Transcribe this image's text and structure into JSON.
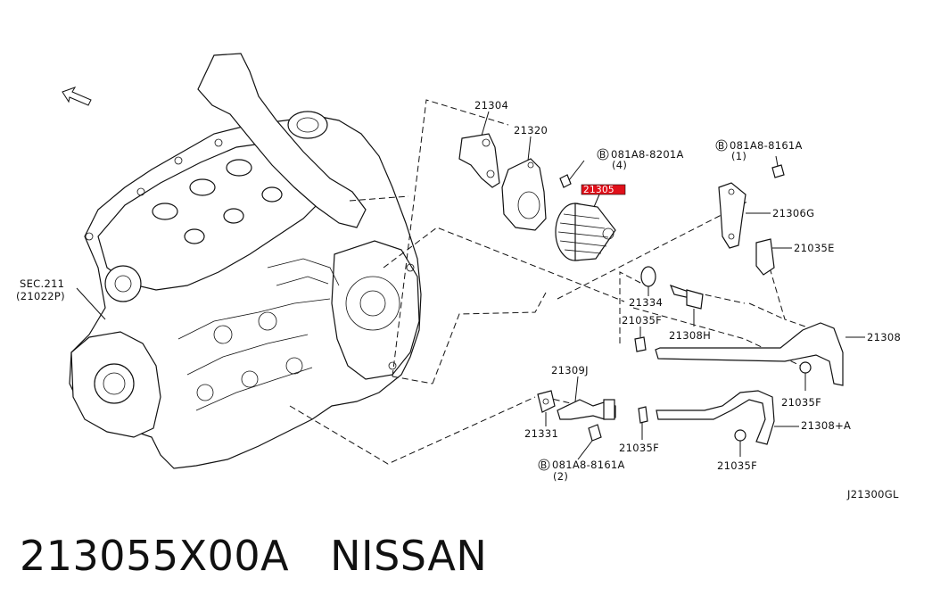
{
  "diagram": {
    "front_label": "FRONT",
    "labels": {
      "sec211": "SEC.211",
      "sec211_sub": "(21022P)",
      "p21304": "21304",
      "p21320": "21320",
      "p21305": "21305",
      "bolt1": "081A8-8201A",
      "bolt1_qty": "(4)",
      "bolt2": "081A8-8161A",
      "bolt2_qty": "(1)",
      "p21306G": "21306G",
      "p21035E": "21035E",
      "p21334": "21334",
      "p21035F_a": "21035F",
      "p21308H": "21308H",
      "p21308": "21308",
      "p21035F_b": "21035F",
      "p21309J": "21309J",
      "p21331": "21331",
      "p21035F_c": "21035F",
      "p21308A": "21308+A",
      "p21035F_d": "21035F",
      "bolt3": "081A8-8161A",
      "bolt3_qty": "(2)",
      "bolt_marker": "B",
      "drawing_code": "J21300GL"
    }
  },
  "footer": {
    "part_number": "213055X00A",
    "brand": "NISSAN"
  },
  "colors": {
    "line": "#111111",
    "highlight": "#e0101a",
    "background": "#ffffff"
  }
}
